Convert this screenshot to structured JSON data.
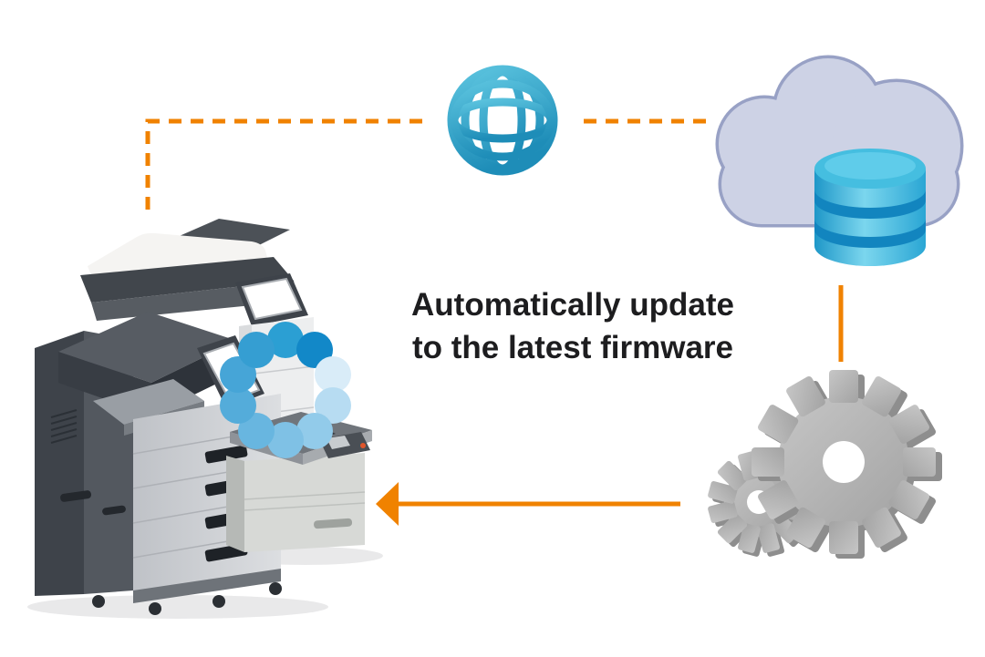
{
  "caption": {
    "line1": "Automatically update",
    "line2": "to the latest firmware"
  },
  "colors": {
    "accent_orange": "#F08200",
    "text_color": "#1D1D1F",
    "globe_blue_light": "#5CC4DF",
    "globe_blue_dark": "#1E8DB8",
    "cloud_fill": "#CDD2E5",
    "cloud_border": "#98A1C5",
    "database_light": "#7BD6EE",
    "database_mid": "#2AA6D4",
    "database_band": "#1285BF",
    "gear_face": "#B7B7B7",
    "gear_side": "#8E8E8E",
    "printer_dark": "#41464C",
    "printer_light": "#D7D9D6"
  },
  "spinner": {
    "colors": [
      "#2B9FD3",
      "#1288C8",
      "#D9ECF8",
      "#B7DCF2",
      "#92CBEA",
      "#7FC1E5",
      "#68B6E0",
      "#54ACDA",
      "#46A5D7",
      "#359ED2"
    ]
  },
  "icons": {
    "globe": "globe-icon",
    "cloud": "cloud-icon",
    "database": "database-icon",
    "gears": "gears-icon",
    "spinner": "loading-spinner-icon",
    "mfp_printer": "mfp-printer",
    "desktop_printer": "desktop-printer",
    "arrow": "left-arrow"
  }
}
